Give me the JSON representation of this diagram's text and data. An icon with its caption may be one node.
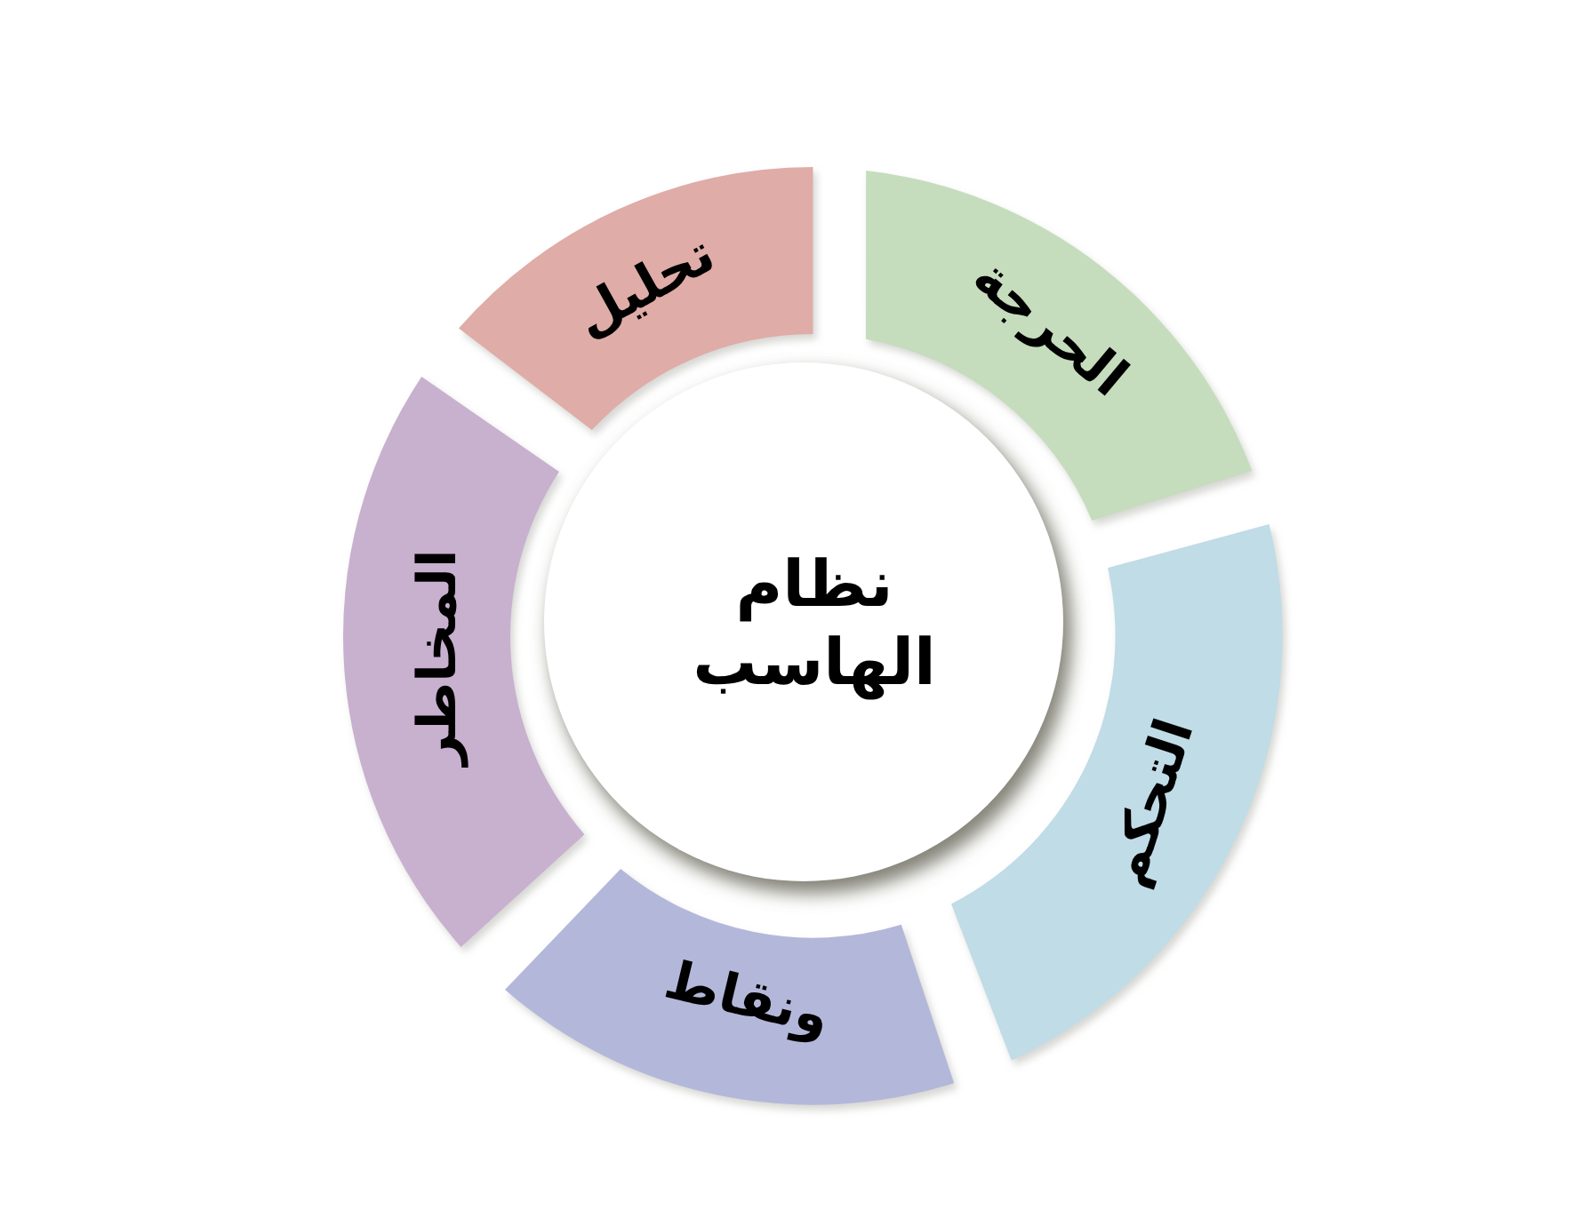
{
  "diagram": {
    "nodes": [
      {
        "text": [
          "نظام الهاسب"
        ]
      },
      {
        "text": [
          "تحليل"
        ]
      },
      {
        "text": [
          "المخاطر"
        ]
      },
      {
        "text": [
          "ونقاط"
        ]
      },
      {
        "text": [
          "التحكم"
        ]
      },
      {
        "text": [
          "الحرجة"
        ]
      }
    ]
  }
}
